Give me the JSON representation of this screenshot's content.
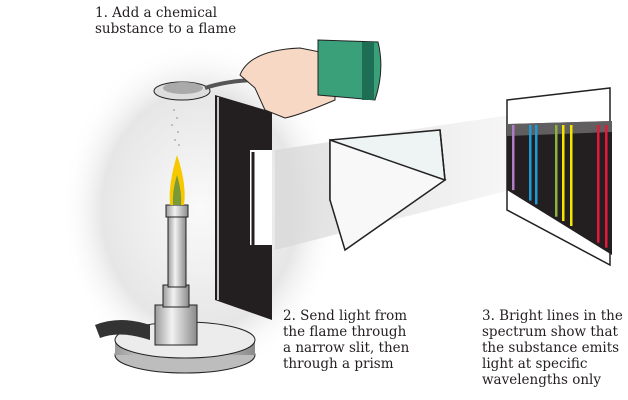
{
  "captions": {
    "step1": "1. Add a chemical\nsubstance to a flame",
    "step2": "2. Send light from\nthe flame through\na narrow slit, then\nthrough a prism",
    "step3": "3. Bright lines in the\nspectrum show that\nthe substance emits\nlight at specific\nwavelengths only"
  },
  "spectrum_lines": [
    {
      "color": "#b07cc6"
    },
    {
      "color": "#1e9ad6"
    },
    {
      "color": "#1e9ad6"
    },
    {
      "color": "#8ab43a"
    },
    {
      "color": "#f3e600"
    },
    {
      "color": "#f3e600"
    },
    {
      "color": "#e8173a"
    },
    {
      "color": "#e8173a"
    }
  ],
  "colors": {
    "flame_outer": "#f7c800",
    "flame_inner": "#7a9a3a",
    "sleeve": "#3aa07a",
    "skin": "#f6d8c4"
  }
}
